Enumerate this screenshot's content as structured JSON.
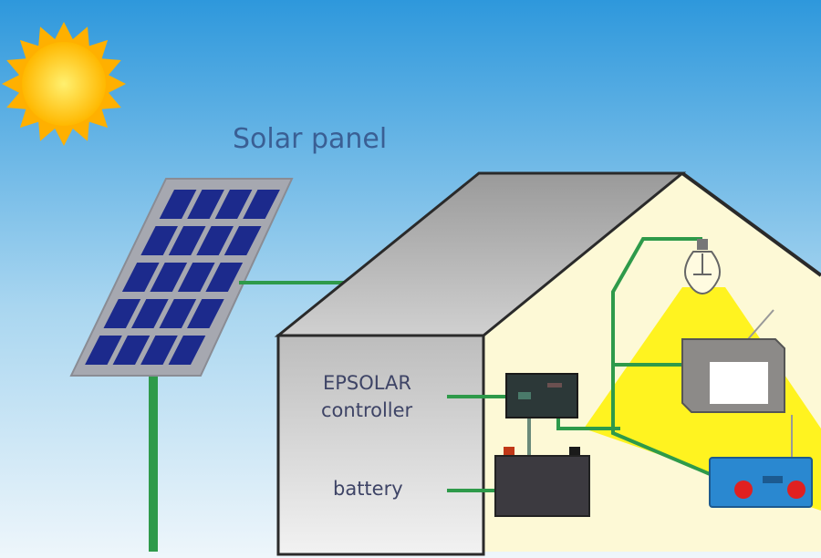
{
  "labels": {
    "solar_panel": "Solar panel",
    "controller_line1": "EPSOLAR",
    "controller_line2": "controller",
    "battery": "battery"
  },
  "colors": {
    "sky_top": "#2e98dc",
    "sky_bottom": "#eef6fb",
    "sun": "#ffc000",
    "panel_cell": "#1c2a8c",
    "wire": "#2e9a4a",
    "gable_wall": "#fdf9d6",
    "light": "#fff200",
    "radio": "#2a88d0"
  }
}
